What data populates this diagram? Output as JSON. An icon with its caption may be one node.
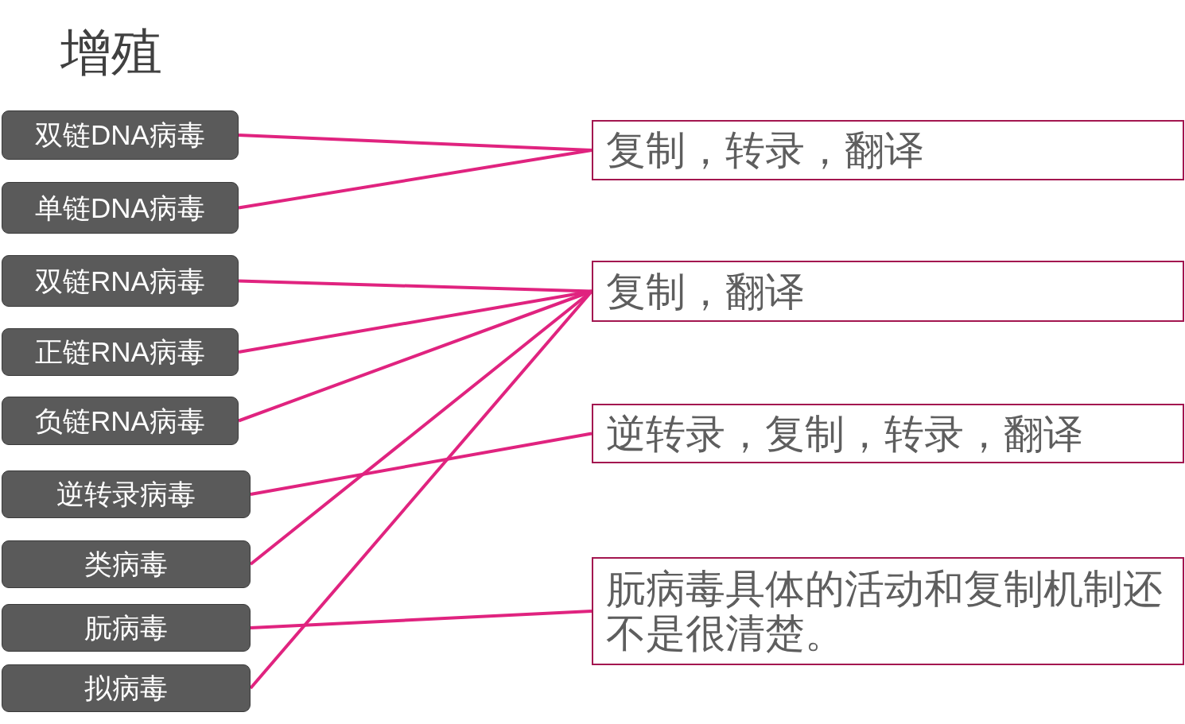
{
  "diagram": {
    "title": "增殖",
    "nodes": [
      {
        "text": [
          "双链DNA病毒"
        ]
      },
      {
        "text": [
          "单链DNA病毒"
        ]
      },
      {
        "text": [
          "双链RNA病毒"
        ]
      },
      {
        "text": [
          "正链RNA病毒"
        ]
      },
      {
        "text": [
          "负链RNA病毒"
        ]
      },
      {
        "text": [
          "逆转录病毒"
        ]
      },
      {
        "text": [
          "类病毒"
        ]
      },
      {
        "text": [
          "朊病毒"
        ]
      },
      {
        "text": [
          "拟病毒"
        ]
      },
      {
        "text": [
          "复制，转录，翻译"
        ]
      },
      {
        "text": [
          "复制，翻译"
        ]
      },
      {
        "text": [
          "逆转录，复制，转录，翻译"
        ]
      },
      {
        "text": [
          "朊病毒具体的活动和复制机制还不是很清楚。"
        ]
      }
    ],
    "edges": [
      {
        "from": 0,
        "to": 9,
        "arrow": "none"
      },
      {
        "from": 1,
        "to": 9,
        "arrow": "none"
      },
      {
        "from": 2,
        "to": 10,
        "arrow": "none"
      },
      {
        "from": 3,
        "to": 10,
        "arrow": "none"
      },
      {
        "from": 4,
        "to": 10,
        "arrow": "none"
      },
      {
        "from": 5,
        "to": 11,
        "arrow": "none"
      },
      {
        "from": 6,
        "to": 10,
        "arrow": "none"
      },
      {
        "from": 7,
        "to": 12,
        "arrow": "none"
      },
      {
        "from": 8,
        "to": 10,
        "arrow": "none"
      }
    ]
  }
}
